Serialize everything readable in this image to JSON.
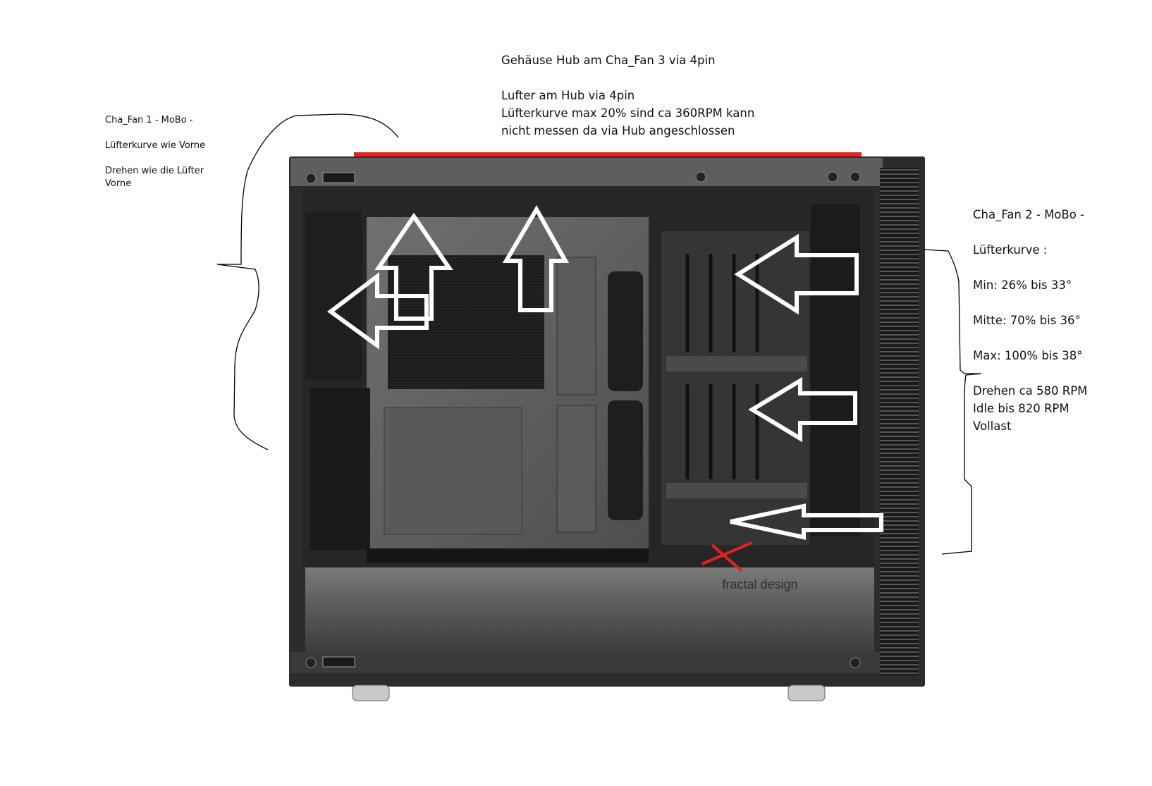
{
  "left_note": {
    "title": "Cha_Fan 1 - MoBo -",
    "line1": "Lüfterkurve wie Vorne",
    "line2a": "Drehen wie die Lüfter",
    "line2b": "Vorne"
  },
  "top_note": {
    "title": "Gehäuse Hub am Cha_Fan 3 via 4pin",
    "line1": "Lufter am Hub via 4pin",
    "line2": "Lüfterkurve max 20% sind ca 360RPM kann",
    "line3": "nicht messen da via Hub angeschlossen"
  },
  "right_note": {
    "title": "Cha_Fan 2 - MoBo -",
    "curve_label": "Lüfterkurve :",
    "min": "Min: 26% bis 33°",
    "mid": "Mitte: 70% bis 36°",
    "max": "Max: 100% bis 38°",
    "rpm1": "Drehen ca 580 RPM",
    "rpm2": "Idle bis 820 RPM",
    "rpm3": "Vollast"
  },
  "case_brand": "fractal design",
  "colors": {
    "highlight": "#e82020",
    "arrow": "#ffffff",
    "case": "#2c2c2c"
  }
}
